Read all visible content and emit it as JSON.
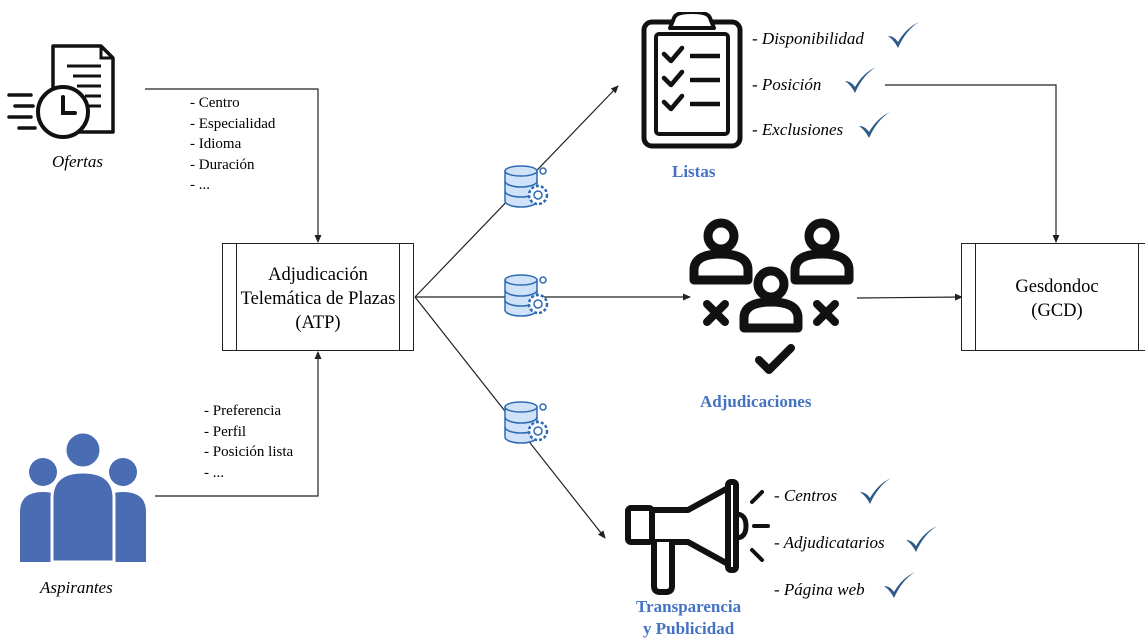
{
  "colors": {
    "accent": "#4472c4",
    "check": "#2e5a88",
    "line": "#222222",
    "people": "#4a6cb3"
  },
  "sources": {
    "ofertas": {
      "label": "Ofertas",
      "icon": "document-clock-icon",
      "fields": [
        "- Centro",
        "- Especialidad",
        "- Idioma",
        "- Duración",
        "- ..."
      ]
    },
    "aspirantes": {
      "label": "Aspirantes",
      "icon": "people-group-icon",
      "fields": [
        "- Preferencia",
        "- Perfil",
        "- Posición lista",
        "- ..."
      ]
    }
  },
  "atp": {
    "lines": [
      "Adjudicación",
      "Telemática de Plazas",
      "(ATP)"
    ]
  },
  "gcd": {
    "lines": [
      "Gesdondoc",
      "(GCD)"
    ]
  },
  "listas": {
    "label": "Listas",
    "icon": "clipboard-checklist-icon",
    "items": [
      "- Disponibilidad",
      "- Posición",
      "- Exclusiones"
    ]
  },
  "adjudicaciones": {
    "label": "Adjudicaciones",
    "icon": "users-allocation-icon"
  },
  "transparencia": {
    "label_lines": [
      "Transparencia",
      "y Publicidad"
    ],
    "icon": "megaphone-icon",
    "items": [
      "- Centros",
      "- Adjudicatarios",
      "- Página web"
    ]
  },
  "database_icon": "database-gear-icon",
  "check_icon": "checkmark-icon"
}
